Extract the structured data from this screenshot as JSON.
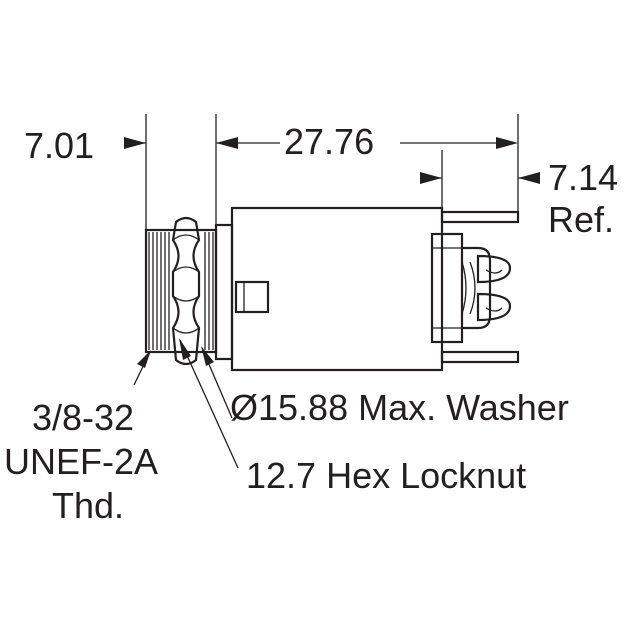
{
  "dimensions": {
    "bushing_length": "7.01",
    "overall_length": "27.76",
    "terminal_ref_line1": "7.14",
    "terminal_ref_line2": "Ref."
  },
  "callouts": {
    "thread_line1": "3/8-32",
    "thread_line2": "UNEF-2A",
    "thread_line3": "Thd.",
    "washer": "Ø15.88 Max. Washer",
    "locknut": "12.7 Hex Locknut"
  },
  "colors": {
    "ink": "#231f20",
    "background": "#ffffff"
  }
}
